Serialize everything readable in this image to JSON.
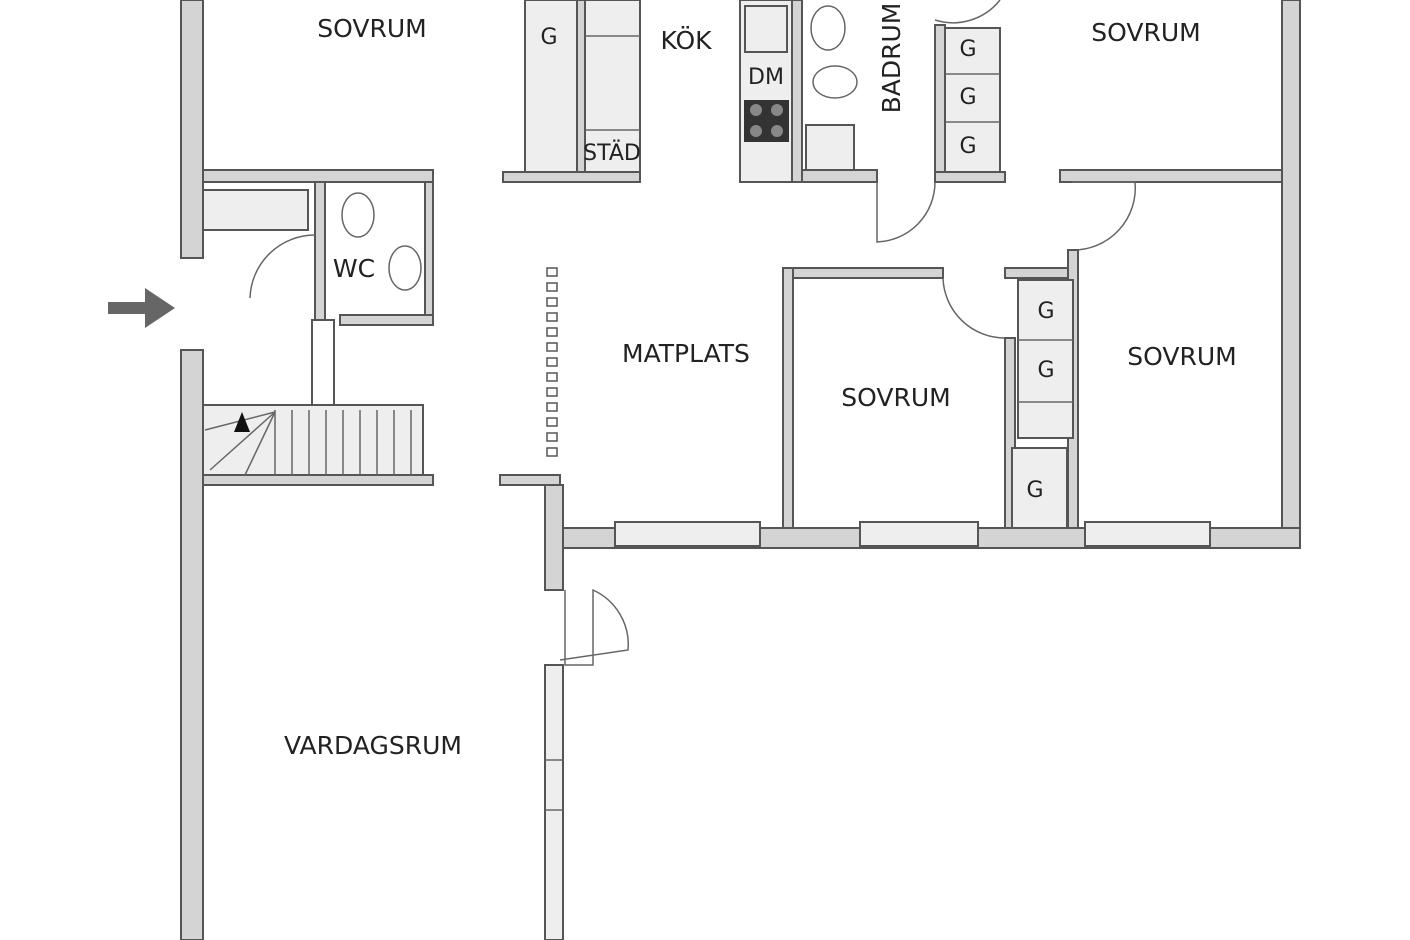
{
  "rooms": {
    "sovrum_top_left": "SOVRUM",
    "kok": "KÖK",
    "badrum": "BADRUM",
    "sovrum_top_right": "SOVRUM",
    "wc": "WC",
    "matplats": "MATPLATS",
    "sovrum_middle": "SOVRUM",
    "sovrum_right": "SOVRUM",
    "vardagsrum": "VARDAGSRUM"
  },
  "fixtures": {
    "stad": "STÄD",
    "dishwasher": "DM",
    "wardrobe": "G"
  },
  "colors": {
    "wall": "#d4d4d4",
    "outline": "#555555",
    "arrow": "#666666"
  }
}
